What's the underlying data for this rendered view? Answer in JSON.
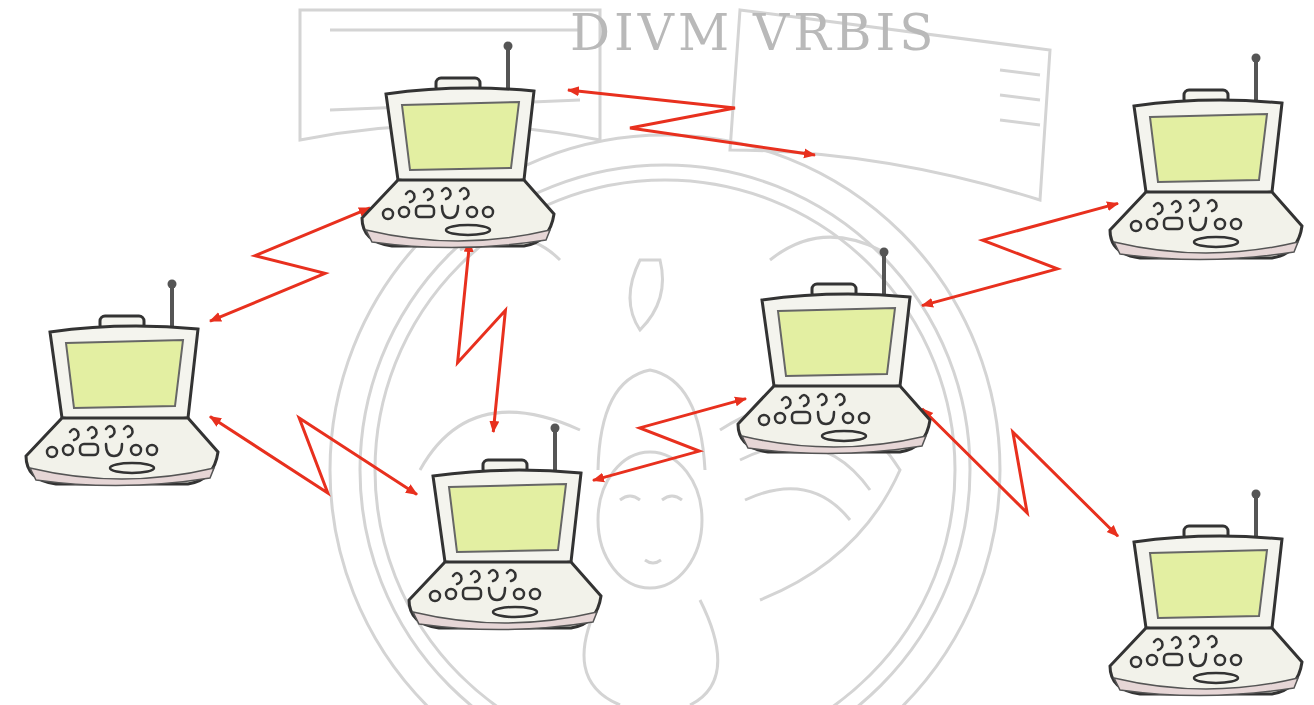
{
  "diagram": {
    "nodes": [
      {
        "text": []
      },
      {
        "text": []
      },
      {
        "text": []
      },
      {
        "text": []
      },
      {
        "text": []
      },
      {
        "text": []
      }
    ],
    "edges": [
      {
        "from": 0,
        "to": 1,
        "arrow": "both"
      },
      {
        "from": 1,
        "to": 2,
        "arrow": "both"
      },
      {
        "from": 0,
        "to": 2,
        "arrow": "both"
      },
      {
        "from": 2,
        "to": 3,
        "arrow": "both"
      },
      {
        "from": 3,
        "to": 4,
        "arrow": "both"
      },
      {
        "from": 3,
        "to": 5,
        "arrow": "both"
      }
    ],
    "labels": [
      "DIVM VRBIS"
    ]
  }
}
